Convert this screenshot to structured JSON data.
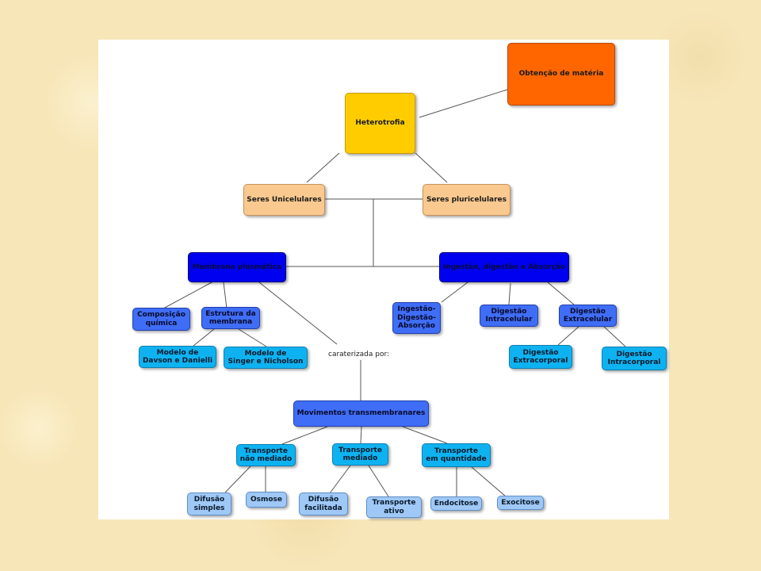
{
  "nodes": {
    "obtencao": "Obtenção de matéria",
    "heterotrofia": "Heterotrofia",
    "seres_uni": "Seres Unicelulares",
    "seres_pluri": "Seres pluricelulares",
    "membrana": "Membrana plasmática",
    "ingestao_dig_abs": "Ingestão, digestão e Absorção",
    "composicao": "Composição\nquímica",
    "estrutura": "Estrutura da\nmembrana",
    "davson": "Modelo de\nDavson e Danielli",
    "singer": "Modelo de\nSinger e Nicholson",
    "ingestao_ida": "Ingestão-\nDigestão-\nAbsorção",
    "dig_intra": "Digestão\nIntracelular",
    "dig_extra": "Digestão\nExtracelular",
    "dig_extracorp": "Digestão\nExtracorporal",
    "dig_intracorp": "Digestão\nIntracorporal",
    "movimentos": "Movimentos transmembranares",
    "transp_nao": "Transporte\nnão mediado",
    "transp_med": "Transporte\nmediado",
    "transp_quant": "Transporte\nem quantidade",
    "difusao_simples": "Difusão\nsimples",
    "osmose": "Osmose",
    "difusao_facil": "Difusão\nfacilitada",
    "transp_ativo": "Transporte\nativo",
    "endocitose": "Endocitose",
    "exocitose": "Exocitose"
  },
  "link_label": "caraterizada por:",
  "colors": {
    "background": "#f7e6b8",
    "orange": "#ff6600",
    "yellow": "#ffcc00",
    "peach": "#f9c98f",
    "dark_blue": "#0000f0",
    "medium_blue": "#3f6df5",
    "cyan": "#0fb2f0",
    "light_blue": "#9fc8f6"
  }
}
